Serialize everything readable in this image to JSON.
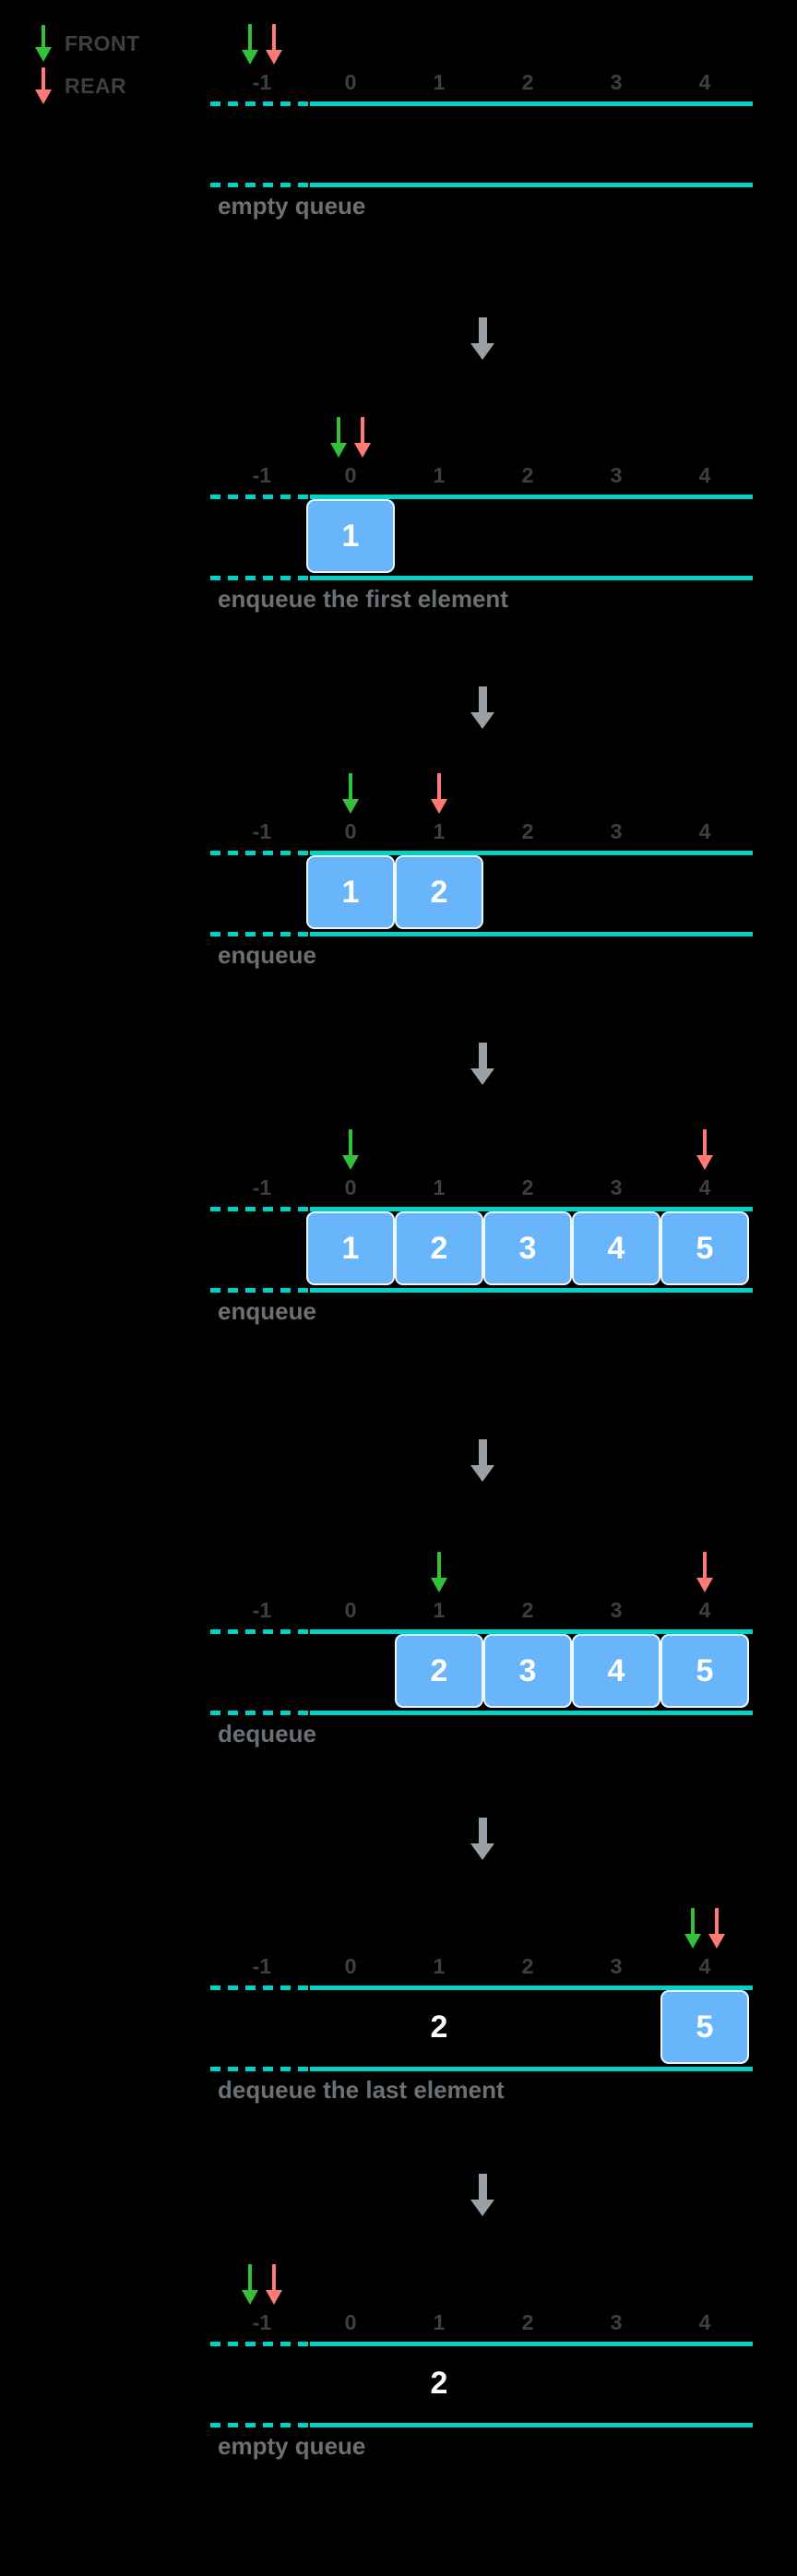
{
  "legend": {
    "items": [
      {
        "label": "FRONT",
        "color": "#34c13a",
        "icon": "down-arrow-icon"
      },
      {
        "label": "REAR",
        "color": "#fd7b74",
        "icon": "down-arrow-icon"
      }
    ]
  },
  "colors": {
    "front": "#34c13a",
    "rear": "#fd7b74",
    "rail": "#00d3c5",
    "cell_fill": "#68b5fb",
    "cell_border": "#eef6fd",
    "caption": "#6b7075",
    "tick": "#3c4043",
    "connector": "#9aa0a6",
    "background": "#000000"
  },
  "axis": {
    "ticks": [
      "-1",
      "0",
      "1",
      "2",
      "3",
      "4"
    ]
  },
  "stages": [
    {
      "id": "empty-queue-initial",
      "caption": "empty queue",
      "front_index": -1,
      "rear_index": -1,
      "cells": [],
      "bare_values": []
    },
    {
      "id": "enqueue-first",
      "caption": "enqueue the first element",
      "front_index": 0,
      "rear_index": 0,
      "cells": [
        {
          "index": 0,
          "value": "1"
        }
      ],
      "bare_values": []
    },
    {
      "id": "enqueue-second",
      "caption": "enqueue",
      "front_index": 0,
      "rear_index": 1,
      "cells": [
        {
          "index": 0,
          "value": "1"
        },
        {
          "index": 1,
          "value": "2"
        }
      ],
      "bare_values": []
    },
    {
      "id": "enqueue-full",
      "caption": "enqueue",
      "front_index": 0,
      "rear_index": 4,
      "cells": [
        {
          "index": 0,
          "value": "1"
        },
        {
          "index": 1,
          "value": "2"
        },
        {
          "index": 2,
          "value": "3"
        },
        {
          "index": 3,
          "value": "4"
        },
        {
          "index": 4,
          "value": "5"
        }
      ],
      "bare_values": []
    },
    {
      "id": "dequeue-one",
      "caption": "dequeue",
      "front_index": 1,
      "rear_index": 4,
      "cells": [
        {
          "index": 1,
          "value": "2"
        },
        {
          "index": 2,
          "value": "3"
        },
        {
          "index": 3,
          "value": "4"
        },
        {
          "index": 4,
          "value": "5"
        }
      ],
      "bare_values": []
    },
    {
      "id": "dequeue-last",
      "caption": "dequeue the last element",
      "front_index": 4,
      "rear_index": 4,
      "cells": [
        {
          "index": 4,
          "value": "5"
        }
      ],
      "bare_values": [
        {
          "index": 1,
          "value": "2"
        }
      ]
    },
    {
      "id": "empty-queue-final",
      "caption": "empty queue",
      "front_index": -1,
      "rear_index": -1,
      "cells": [],
      "bare_values": [
        {
          "index": 1,
          "value": "2"
        }
      ]
    }
  ]
}
